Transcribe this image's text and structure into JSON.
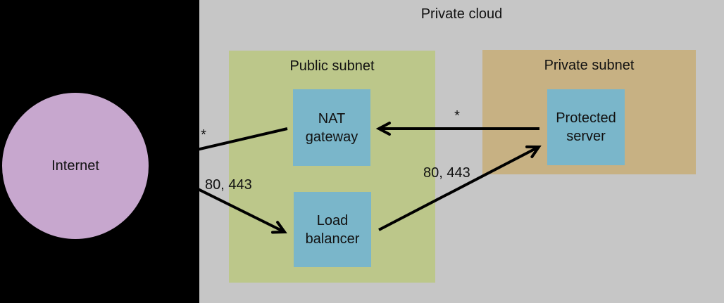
{
  "title": "Private cloud",
  "internet": {
    "label": "Internet"
  },
  "public_subnet": {
    "label": "Public subnet",
    "nat_gateway": {
      "label": "NAT gateway"
    },
    "load_balancer": {
      "label": "Load balancer"
    }
  },
  "private_subnet": {
    "label": "Private subnet",
    "protected_server": {
      "label": "Protected server"
    }
  },
  "edges": {
    "internet_to_nat_gateway": {
      "label": "*"
    },
    "internet_to_load_balancer": {
      "label": "80, 443"
    },
    "protected_server_to_nat_gateway": {
      "label": "*"
    },
    "load_balancer_to_protected_server": {
      "label": "80, 443"
    }
  },
  "colors": {
    "background_left": "#000000",
    "cloud_fill": "#c6c6c6",
    "public_subnet_fill": "#bcc78a",
    "private_subnet_fill": "#c7b183",
    "node_fill": "#7ab6ca",
    "internet_fill": "#c7a7ce",
    "line": "#000000",
    "text": "#111111"
  }
}
